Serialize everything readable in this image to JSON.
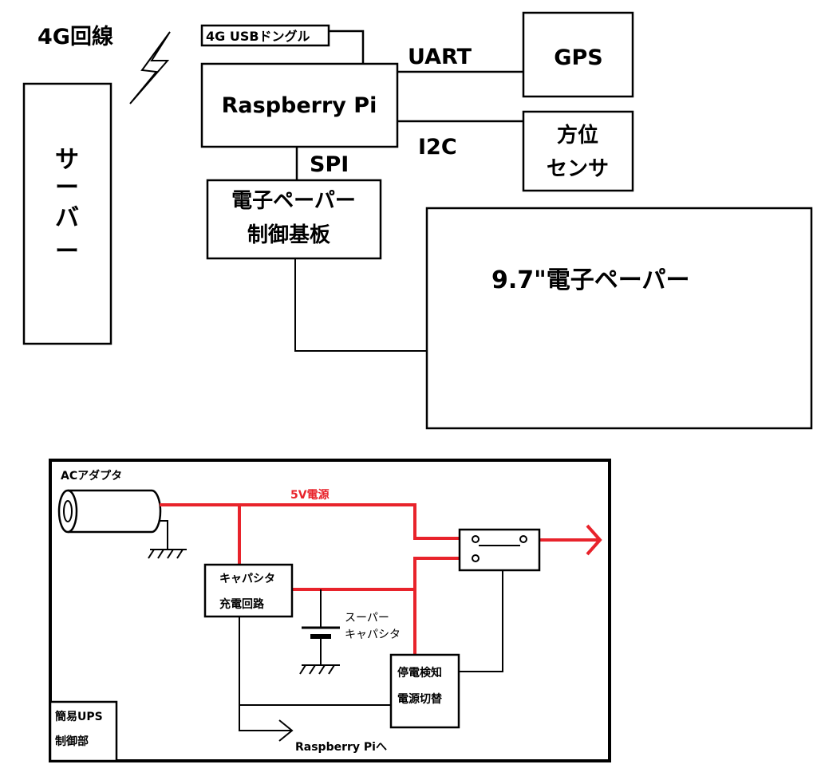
{
  "top": {
    "network_label": "4G回線",
    "dongle_label": "4G USBドングル",
    "rpi_label": "Raspberry Pi",
    "uart_label": "UART",
    "i2c_label": "I2C",
    "spi_label": "SPI",
    "gps_label": "GPS",
    "compass_label_1": "方位",
    "compass_label_2": "センサ",
    "server_label": [
      "サ",
      "ー",
      "バ",
      "ー"
    ],
    "epd_board_label_1": "電子ペーパー",
    "epd_board_label_2": "制御基板",
    "epd_label": "9.7\"電子ペーパー"
  },
  "ups": {
    "ac_label": "ACアダプタ",
    "v5_label": "5V電源",
    "cap_charge_label_1": "キャパシタ",
    "cap_charge_label_2": "充電回路",
    "supercap_label_1": "スーパー",
    "supercap_label_2": "キャパシタ",
    "switch_label_1": "停電検知",
    "switch_label_2": "電源切替",
    "to_rpi_label": "Raspberry Piへ",
    "ups_label_1": "簡易UPS",
    "ups_label_2": "制御部"
  },
  "colors": {
    "line": "#000000",
    "power": "#e8232b"
  }
}
